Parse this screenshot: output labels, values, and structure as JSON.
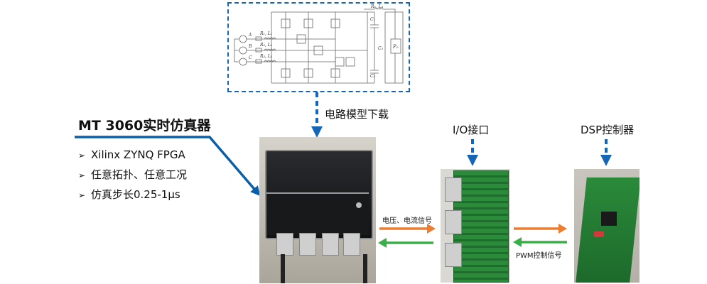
{
  "simulator": {
    "title": "MT 3060实时仿真器",
    "bullets": [
      "Xilinx ZYNQ FPGA",
      "任意拓扑、任意工况",
      "仿真步长0.25-1μs"
    ]
  },
  "labels": {
    "download": "电路模型下载",
    "io": "I/O接口",
    "dsp": "DSP控制器",
    "voltage_signal": "电压、电流信号",
    "pwm_signal": "PWM控制信号"
  },
  "circuit": {
    "phases": [
      "A",
      "B",
      "C"
    ],
    "line_impedance": [
      "R₁, L₁",
      "R₂, L₂",
      "R₃, L₃"
    ],
    "output_impedance": "R₄, L₄",
    "capacitors": [
      "C₁",
      "C₂",
      "C₃"
    ],
    "load": "P₀"
  },
  "colors": {
    "blue": "#1566b5",
    "orange": "#ed7d31",
    "green": "#3aae47",
    "dark_blue": "#0b5ea8"
  }
}
